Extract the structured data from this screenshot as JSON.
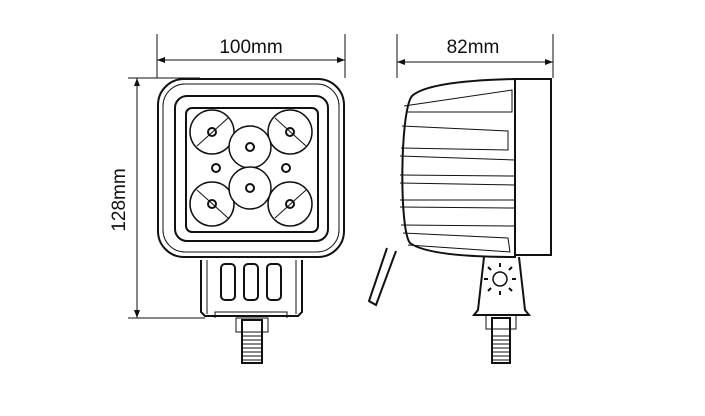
{
  "dimensions": {
    "width_label": "100mm",
    "depth_label": "82mm",
    "height_label": "128mm"
  },
  "views": {
    "front": "front-view",
    "side": "side-view"
  },
  "colors": {
    "line": "#111111",
    "background": "#ffffff"
  }
}
